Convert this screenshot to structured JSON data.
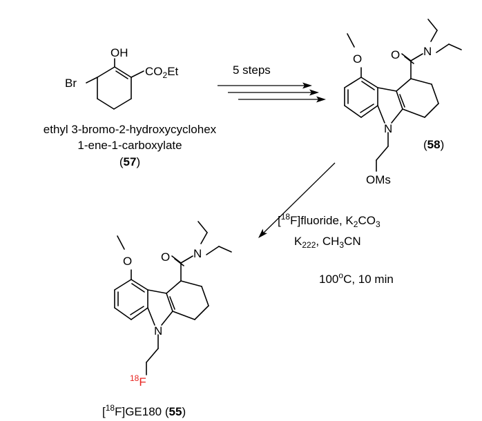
{
  "compound_57": {
    "atoms": {
      "oh": "OH",
      "br": "Br",
      "ester": "CO",
      "ester_sub": "2",
      "ester_tail": "Et"
    },
    "name_line1": "ethyl 3-bromo-2-hydroxycyclohex",
    "name_line2": "1-ene-1-carboxylate",
    "label_open": "(",
    "label_num": "57",
    "label_close": ")"
  },
  "step1": {
    "label": "5 steps"
  },
  "compound_58": {
    "atoms": {
      "o_methoxy": "O",
      "o_amide": "O",
      "n_amide": "N",
      "n_ring": "N",
      "oms": "OMs"
    },
    "label_open": "(",
    "label_num": "58",
    "label_close": ")"
  },
  "step2": {
    "line1_pre": "[",
    "line1_sup": "18",
    "line1_mid": "F]fluoride, K",
    "line1_sub": "2",
    "line1_post": "CO",
    "line1_sub2": "3",
    "line2_pre": "K",
    "line2_sub": "222",
    "line2_mid": ", CH",
    "line2_sub2": "3",
    "line2_post": "CN",
    "line3_pre": "100",
    "line3_sup": "o",
    "line3_post": "C, 10 min"
  },
  "compound_55": {
    "atoms": {
      "o_methoxy": "O",
      "o_amide": "O",
      "n_amide": "N",
      "n_ring": "N",
      "f_sup": "18",
      "f": "F"
    },
    "label_pre": "[",
    "label_sup": "18",
    "label_mid": "F]GE180 (",
    "label_num": "55",
    "label_close": ")"
  },
  "colors": {
    "fluorine_label": "#e8231f",
    "bonds": "#000000"
  }
}
